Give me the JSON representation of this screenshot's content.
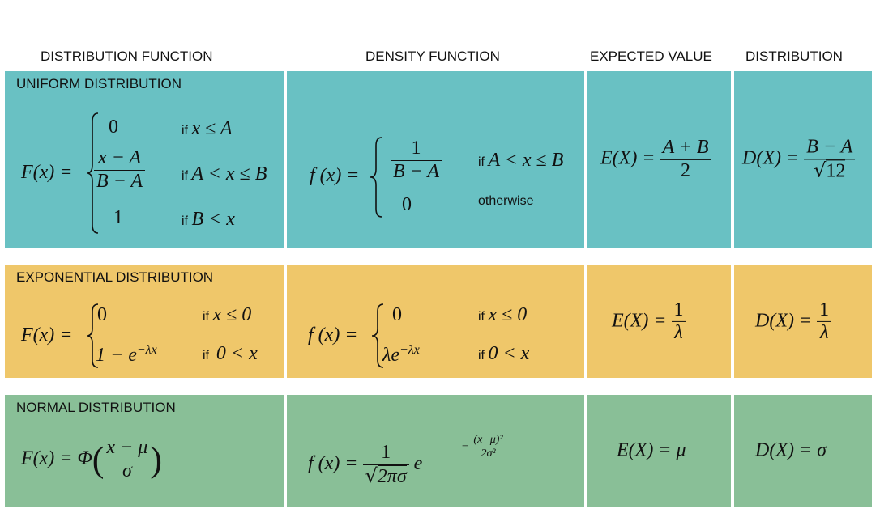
{
  "headers": {
    "distribution_function": "DISTRIBUTION FUNCTION",
    "density_function": "DENSITY FUNCTION",
    "expected_value": "EXPECTED VALUE",
    "distribution": "DISTRIBUTION"
  },
  "colors": {
    "uniform": "#69c1c3",
    "exponential": "#efc76a",
    "normal": "#89bf97",
    "background": "#ffffff"
  },
  "uniform": {
    "label": "UNIFORM DISTRIBUTION",
    "cdf": {
      "lhs": "F(x) =",
      "case1_value": "0",
      "case1_cond": "if",
      "case1_expr": "x ≤ A",
      "case2_num": "x − A",
      "case2_den": "B − A",
      "case2_cond": "if",
      "case2_expr": "A < x ≤ B",
      "case3_value": "1",
      "case3_cond": "if",
      "case3_expr": "B < x"
    },
    "pdf": {
      "lhs": "f (x) =",
      "case1_num": "1",
      "case1_den": "B − A",
      "case1_cond": "if",
      "case1_expr": "A < x ≤ B",
      "case2_value": "0",
      "case2_cond": "otherwise"
    },
    "expected": {
      "lhs": "E(X) =",
      "num": "A + B",
      "den": "2"
    },
    "variance": {
      "lhs": "D(X) =",
      "num": "B − A",
      "den": "12"
    }
  },
  "exponential": {
    "label": "EXPONENTIAL DISTRIBUTION",
    "cdf": {
      "lhs": "F(x) =",
      "case1_value": "0",
      "case1_cond": "if",
      "case1_expr": "x ≤ 0",
      "case2_base": "1 − e",
      "case2_exp": "−λx",
      "case2_cond": "if",
      "case2_expr": "0 < x"
    },
    "pdf": {
      "lhs": "f (x) =",
      "case1_value": "0",
      "case1_cond": "if",
      "case1_expr": "x ≤ 0",
      "case2_base": "λe",
      "case2_exp": "−λx",
      "case2_cond": "if",
      "case2_expr": "0 < x"
    },
    "expected": {
      "lhs": "E(X) =",
      "num": "1",
      "den": "λ"
    },
    "variance": {
      "lhs": "D(X) =",
      "num": "1",
      "den": "λ"
    }
  },
  "normal": {
    "label": "NORMAL DISTRIBUTION",
    "cdf": {
      "lhs": "F(x) = Φ",
      "num": "x − μ",
      "den": "σ"
    },
    "pdf": {
      "lhs": "f (x) =",
      "num": "1",
      "den": "2πσ",
      "base": "e",
      "exp_sign": "−",
      "exp_num": "(x−μ)²",
      "exp_den": "2σ²"
    },
    "expected": {
      "text": "E(X) = μ"
    },
    "variance": {
      "text": "D(X) = σ"
    }
  }
}
